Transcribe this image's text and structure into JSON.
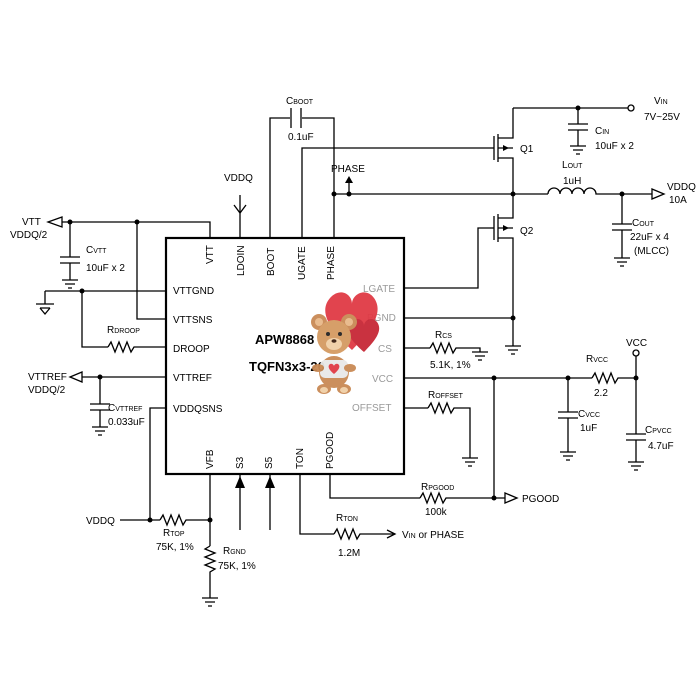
{
  "chip": {
    "name": "APW8868",
    "package": "TQFN3x3-20",
    "pins_left": [
      "VTTGND",
      "VTTSNS",
      "DROOP",
      "VTTREF",
      "VDDQSNS"
    ],
    "pins_top": [
      "VTT",
      "LDOIN",
      "BOOT",
      "UGATE",
      "PHASE"
    ],
    "pins_right": [
      "LGATE",
      "PGND",
      "CS",
      "VCC",
      "OFFSET"
    ],
    "pins_bottom": [
      "VFB",
      "S3",
      "S5",
      "TON",
      "PGOOD"
    ]
  },
  "labels": {
    "vtt_main": "VTT",
    "vtt_sub": "VDDQ/2",
    "vttref_main": "VTTREF",
    "vttref_sub": "VDDQ/2",
    "vddq_top": "VDDQ",
    "vddq_left": "VDDQ",
    "phase": "PHASE",
    "vin_main": "V",
    "vin_sub": "IN",
    "vin_range": "7V~25V",
    "vddq_out": "VDDQ",
    "vddq_out_current": "10A",
    "vcc": "VCC",
    "pgood": "PGOOD",
    "ton_target_a": "V",
    "ton_target_sub": "IN",
    "ton_target_b": " or PHASE",
    "q1": "Q1",
    "q2": "Q2"
  },
  "components": {
    "cboot": {
      "name": "C",
      "sub": "BOOT",
      "value": "0.1uF"
    },
    "cin": {
      "name": "C",
      "sub": "IN",
      "value": "10uF x 2"
    },
    "lout": {
      "name": "L",
      "sub": "OUT",
      "value": "1uH"
    },
    "cout": {
      "name": "C",
      "sub": "OUT",
      "value": "22uF x 4",
      "note": "(MLCC)"
    },
    "cvtt": {
      "name": "C",
      "sub": "VTT",
      "value": "10uF x 2"
    },
    "rdroop": {
      "name": "R",
      "sub": "DROOP"
    },
    "cvttref": {
      "name": "C",
      "sub": "VTTREF",
      "value": "0.033uF"
    },
    "rcs": {
      "name": "R",
      "sub": "CS",
      "value": "5.1K, 1%"
    },
    "rvcc": {
      "name": "R",
      "sub": "VCC",
      "value": "2.2"
    },
    "cvcc": {
      "name": "C",
      "sub": "VCC",
      "value": "1uF"
    },
    "cpvcc": {
      "name": "C",
      "sub": "PVCC",
      "value": "4.7uF"
    },
    "roffset": {
      "name": "R",
      "sub": "OFFSET"
    },
    "rpgood": {
      "name": "R",
      "sub": "PGOOD",
      "value": "100k"
    },
    "rton": {
      "name": "R",
      "sub": "TON",
      "value": "1.2M"
    },
    "rtop": {
      "name": "R",
      "sub": "TOP",
      "value": "75K, 1%"
    },
    "rgnd": {
      "name": "R",
      "sub": "GND",
      "value": "75K, 1%"
    }
  }
}
